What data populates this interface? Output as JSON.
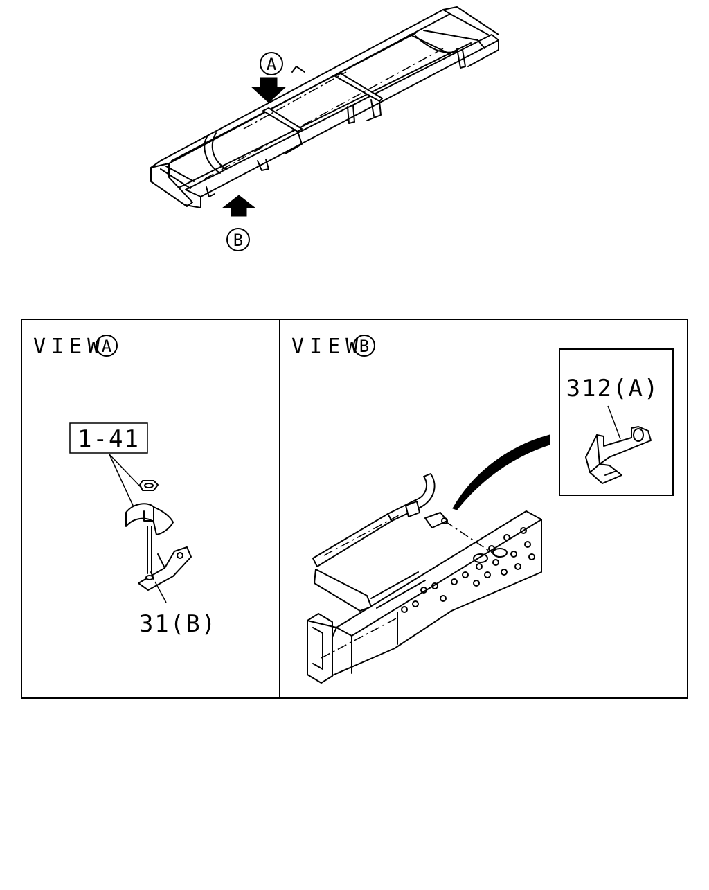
{
  "overview": {
    "marker_a": "A",
    "marker_b": "B"
  },
  "view_a": {
    "label": "VIEW",
    "marker": "A",
    "ref_box": "1-41",
    "callout": "31(B)"
  },
  "view_b": {
    "label": "VIEW",
    "marker": "B",
    "callout": "312(A)"
  }
}
